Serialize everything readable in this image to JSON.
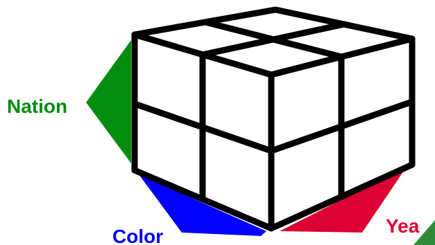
{
  "diagram": {
    "labels": {
      "nation": "Nation",
      "color": "Color",
      "year": "Yea"
    },
    "colors": {
      "nation": "#008c0e",
      "color": "#0000ff",
      "year": "#dc0033",
      "edges": "#000000",
      "faces": "#ffffff"
    }
  }
}
